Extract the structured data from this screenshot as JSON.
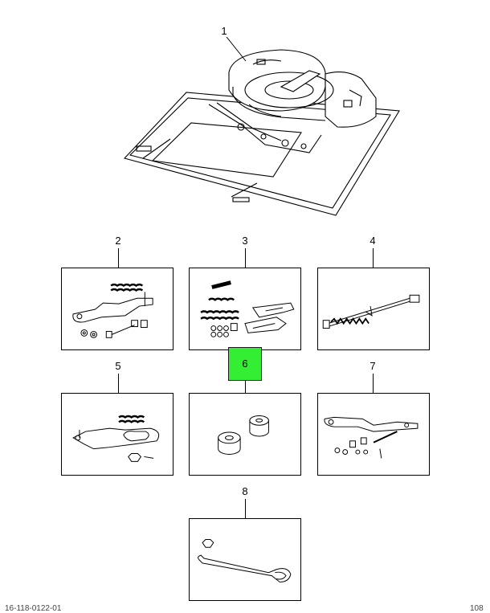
{
  "callouts": {
    "c1": "1",
    "c2": "2",
    "c3": "3",
    "c4": "4",
    "c5": "5",
    "c6": "6",
    "c7": "7",
    "c8": "8"
  },
  "colors": {
    "highlight": "#33ee33",
    "line": "#000000",
    "background": "#ffffff"
  },
  "footer": {
    "left": "16-118-0122-01",
    "right": "108"
  }
}
